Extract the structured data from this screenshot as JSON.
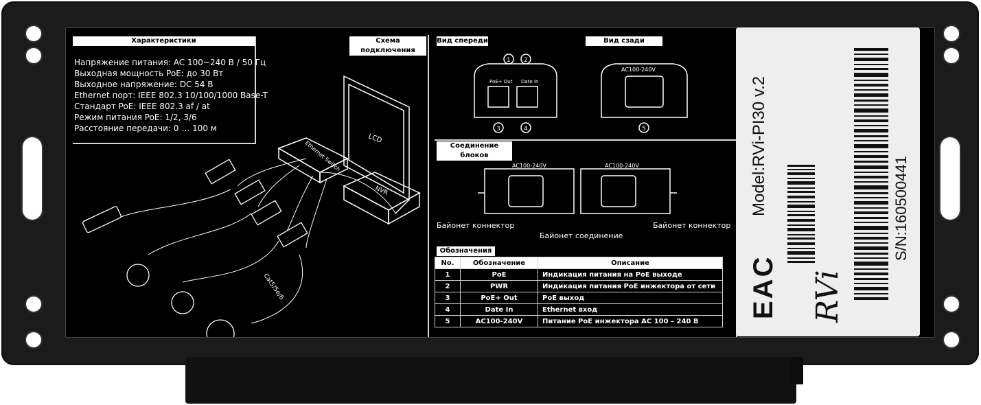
{
  "specs": {
    "title": "Характеристики",
    "lines": [
      "Напряжение питания: AC 100~240 В / 50 Гц",
      "Выходная мощность PoE: до 30 Вт",
      "Выходное напряжение: DC 54 В",
      "Ethernet порт: IEEE 802.3 10/100/1000 Base-T",
      "Стандарт PoE: IEEE 802.3 af / at",
      "Режим питания PoE: 1/2, 3/6",
      "Расстояние передачи: 0 … 100 м"
    ]
  },
  "scheme": {
    "title": "Схема подключения",
    "lcd": "LCD",
    "switch": "Ethernet Switch",
    "nvr": "NVR",
    "cable": "Cat5/5e/6"
  },
  "front_view": {
    "title": "Вид спереди",
    "port1": "PoE+ Out",
    "port2": "Date In",
    "marks": [
      "1",
      "2",
      "3",
      "4"
    ]
  },
  "rear_view": {
    "title": "Вид сзади",
    "socket": "AC100-240V",
    "mark": "5"
  },
  "blocks": {
    "title": "Соединение блоков",
    "socket": "AC100-240V",
    "left_label": "Байонет коннектор",
    "right_label": "Байонет коннектор",
    "center_label": "Байонет соединение"
  },
  "legend": {
    "title": "Обозначения",
    "headers": [
      "No.",
      "Обозначение",
      "Описание"
    ],
    "rows": [
      [
        "1",
        "PoE",
        "Индикация питания на PoE выходе"
      ],
      [
        "2",
        "PWR",
        "Индикация питания PoE инжектора от сети"
      ],
      [
        "3",
        "PoE+ Out",
        "PoE выход"
      ],
      [
        "4",
        "Date In",
        "Ethernet вход"
      ],
      [
        "5",
        "AC100-240V",
        "Питание PoE инжектора AC 100 – 240 В"
      ]
    ]
  },
  "sticker": {
    "model": "Model:RVi-PI30 v.2",
    "serial": "S/N:160500441",
    "eac": "EAC",
    "brand": "RVi"
  }
}
